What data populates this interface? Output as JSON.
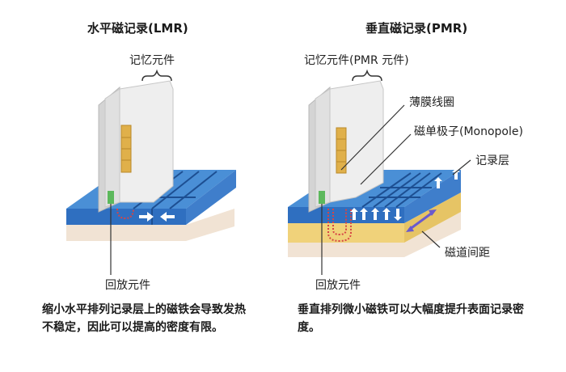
{
  "left": {
    "title": "水平磁记录(LMR)",
    "memory_label": "记忆元件",
    "read_label": "回放元件",
    "caption": "缩小水平排列记录层上的磁铁会导致发热不稳定，因此可以提高的密度有限。"
  },
  "right": {
    "title": "垂直磁记录(PMR)",
    "memory_label": "记忆元件(PMR 元件)",
    "coil_label": "薄膜线圈",
    "monopole_label": "磁单极子(Monopole)",
    "layer_label": "记录层",
    "spacing_label": "磁道间距",
    "read_label": "回放元件",
    "caption": "垂直排列微小磁铁可以大幅度提升表面记录密度。"
  },
  "colors": {
    "blue_top": "#4a8fd6",
    "blue_front": "#2f6fc0",
    "yellow": "#f0d27a",
    "base": "#f3e6d8",
    "head": "#e8e8e8",
    "accent_red": "#d64545",
    "green": "#5cb85c"
  }
}
